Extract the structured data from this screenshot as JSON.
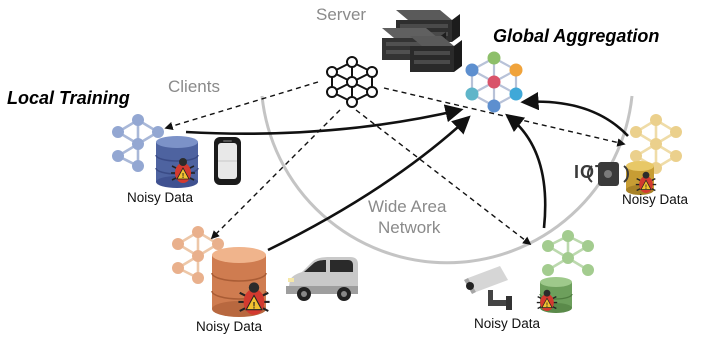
{
  "labels": {
    "server": "Server",
    "clients": "Clients",
    "local_training": "Local Training",
    "global_aggregation": "Global Aggregation",
    "wide_area_network": [
      "Wide Area",
      "Network"
    ],
    "iot_text": "IOT"
  },
  "client_nodes": [
    {
      "id": "phone",
      "device": "smartphone-icon",
      "noisy_label": "Noisy Data",
      "network_color": "#8ea3cc",
      "db_color": "#5a6fa8"
    },
    {
      "id": "car",
      "device": "car-icon",
      "noisy_label": "Noisy Data",
      "network_color": "#e7b694",
      "db_color": "#d2825a"
    },
    {
      "id": "camera",
      "device": "security-camera-icon",
      "noisy_label": "Noisy Data",
      "network_color": "#a6c996",
      "db_color": "#6fa35f"
    },
    {
      "id": "iot",
      "device": "iot-speaker-icon",
      "noisy_label": "Noisy Data",
      "network_color": "#e9cf8c",
      "db_color": "#c9a238"
    }
  ],
  "colors": {
    "arc": "#bdbdbd",
    "arrow": "#111111",
    "bug_red": "#d33a2f",
    "warning_yellow": "#f2c230",
    "server_dark": "#3c3c3c"
  }
}
